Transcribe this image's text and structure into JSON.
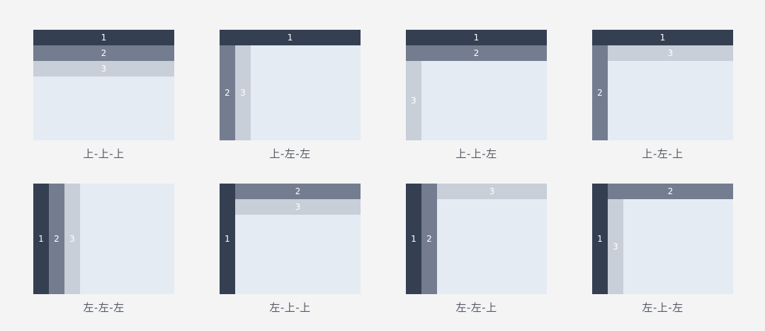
{
  "layouts": [
    {
      "caption": "上-上-上",
      "bars": [
        {
          "label": "1",
          "level": 1,
          "side": "top"
        },
        {
          "label": "2",
          "level": 2,
          "side": "top"
        },
        {
          "label": "3",
          "level": 3,
          "side": "top"
        }
      ]
    },
    {
      "caption": "上-左-左",
      "bars": [
        {
          "label": "1",
          "level": 1,
          "side": "top"
        },
        {
          "label": "2",
          "level": 2,
          "side": "left"
        },
        {
          "label": "3",
          "level": 3,
          "side": "left"
        }
      ]
    },
    {
      "caption": "上-上-左",
      "bars": [
        {
          "label": "1",
          "level": 1,
          "side": "top"
        },
        {
          "label": "2",
          "level": 2,
          "side": "top"
        },
        {
          "label": "3",
          "level": 3,
          "side": "left"
        }
      ]
    },
    {
      "caption": "上-左-上",
      "bars": [
        {
          "label": "1",
          "level": 1,
          "side": "top"
        },
        {
          "label": "2",
          "level": 2,
          "side": "left"
        },
        {
          "label": "3",
          "level": 3,
          "side": "top"
        }
      ]
    },
    {
      "caption": "左-左-左",
      "bars": [
        {
          "label": "1",
          "level": 1,
          "side": "left"
        },
        {
          "label": "2",
          "level": 2,
          "side": "left"
        },
        {
          "label": "3",
          "level": 3,
          "side": "left"
        }
      ]
    },
    {
      "caption": "左-上-上",
      "bars": [
        {
          "label": "1",
          "level": 1,
          "side": "left"
        },
        {
          "label": "2",
          "level": 2,
          "side": "top"
        },
        {
          "label": "3",
          "level": 3,
          "side": "top"
        }
      ]
    },
    {
      "caption": "左-左-上",
      "bars": [
        {
          "label": "1",
          "level": 1,
          "side": "left"
        },
        {
          "label": "2",
          "level": 2,
          "side": "left"
        },
        {
          "label": "3",
          "level": 3,
          "side": "top"
        }
      ]
    },
    {
      "caption": "左-上-左",
      "bars": [
        {
          "label": "1",
          "level": 1,
          "side": "left"
        },
        {
          "label": "2",
          "level": 2,
          "side": "top"
        },
        {
          "label": "3",
          "level": 3,
          "side": "left"
        }
      ]
    }
  ]
}
